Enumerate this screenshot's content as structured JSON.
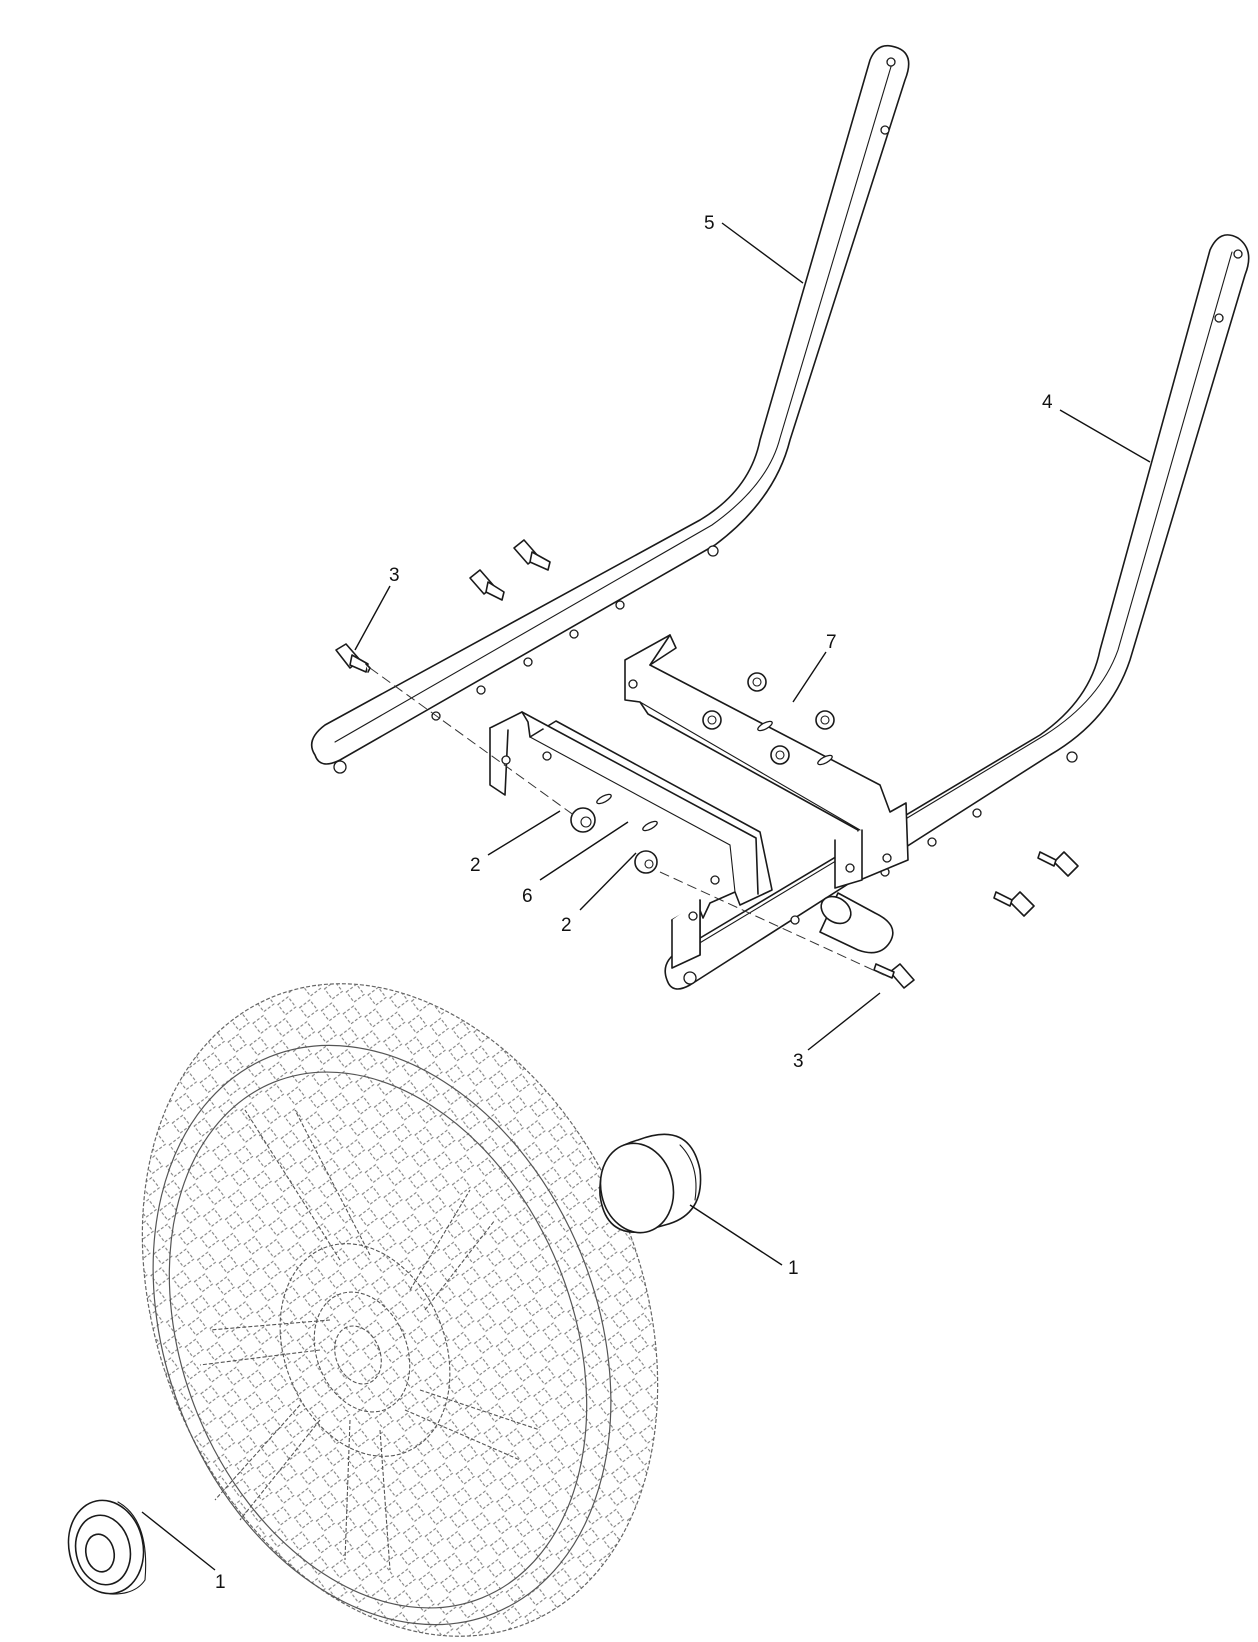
{
  "callouts": [
    {
      "id": "c5",
      "label": "5"
    },
    {
      "id": "c4",
      "label": "4"
    },
    {
      "id": "c3a",
      "label": "3"
    },
    {
      "id": "c7",
      "label": "7"
    },
    {
      "id": "c2a",
      "label": "2"
    },
    {
      "id": "c6",
      "label": "6"
    },
    {
      "id": "c2b",
      "label": "2"
    },
    {
      "id": "c3b",
      "label": "3"
    },
    {
      "id": "c1a",
      "label": "1"
    },
    {
      "id": "c1b",
      "label": "1"
    }
  ]
}
